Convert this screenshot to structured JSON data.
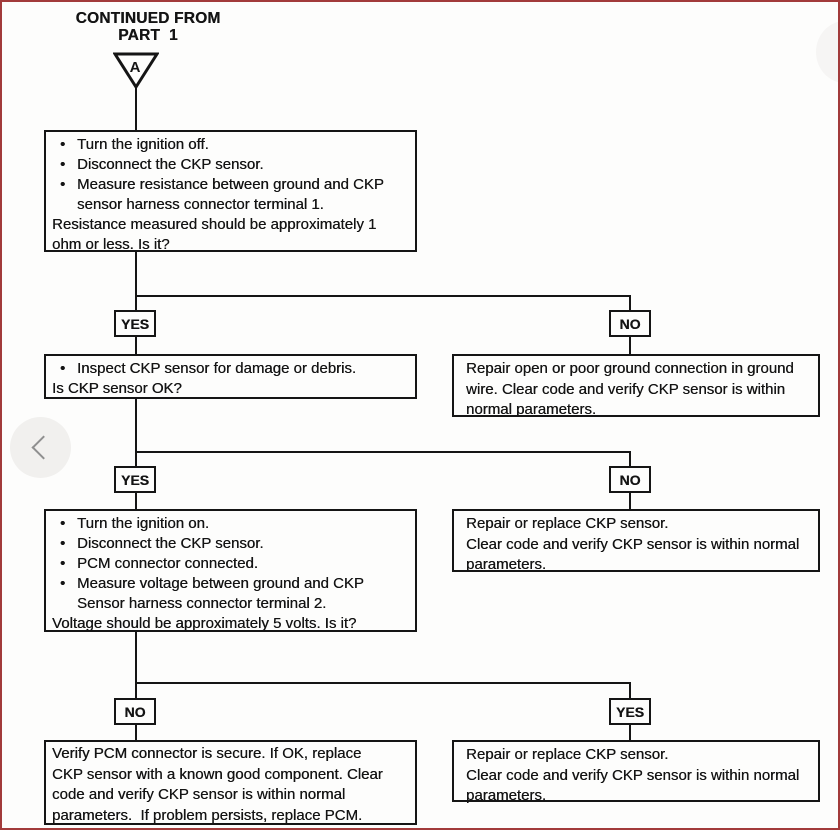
{
  "frame": {
    "accent_border": "#a23b3b",
    "background": "#fdfdfc"
  },
  "header": {
    "line1": "CONTINUED FROM",
    "line2": "PART  1"
  },
  "connector_a": {
    "label": "A"
  },
  "glyphs": {
    "bullet": "•"
  },
  "labels": {
    "row1_left": "YES",
    "row1_right": "NO",
    "row2_left": "YES",
    "row2_right": "NO",
    "row3_left": "NO",
    "row3_right": "YES"
  },
  "boxes": {
    "step1": {
      "lines": [
        "Turn the ignition off.",
        "Disconnect the CKP sensor.",
        "Measure resistance between ground and CKP",
        "sensor harness connector terminal 1.",
        "Resistance measured should be approximately 1",
        "ohm or less. Is it?"
      ]
    },
    "step2": {
      "lines": [
        "Inspect CKP sensor for damage or debris.",
        "Is CKP sensor OK?"
      ]
    },
    "repair_ground": {
      "lines": [
        "Repair open or poor ground connection in ground",
        "wire. Clear code and verify CKP sensor is within",
        "normal parameters."
      ]
    },
    "step3": {
      "lines": [
        "Turn the ignition on.",
        "Disconnect the CKP sensor.",
        "PCM connector connected.",
        "Measure voltage between ground and CKP",
        "Sensor harness connector terminal 2.",
        "Voltage should be approximately 5 volts. Is it?"
      ]
    },
    "repair_replace_1": {
      "lines": [
        "Repair or replace CKP sensor.",
        "Clear code and verify CKP sensor is within normal",
        "parameters."
      ]
    },
    "step4": {
      "lines": [
        "Verify PCM connector is secure. If OK, replace",
        "CKP sensor with a known good component. Clear",
        "code and verify CKP sensor is within normal",
        "parameters.  If problem persists, replace PCM."
      ]
    },
    "repair_replace_2": {
      "lines": [
        "Repair or replace CKP sensor.",
        "Clear code and verify CKP sensor is within normal",
        "parameters."
      ]
    }
  }
}
